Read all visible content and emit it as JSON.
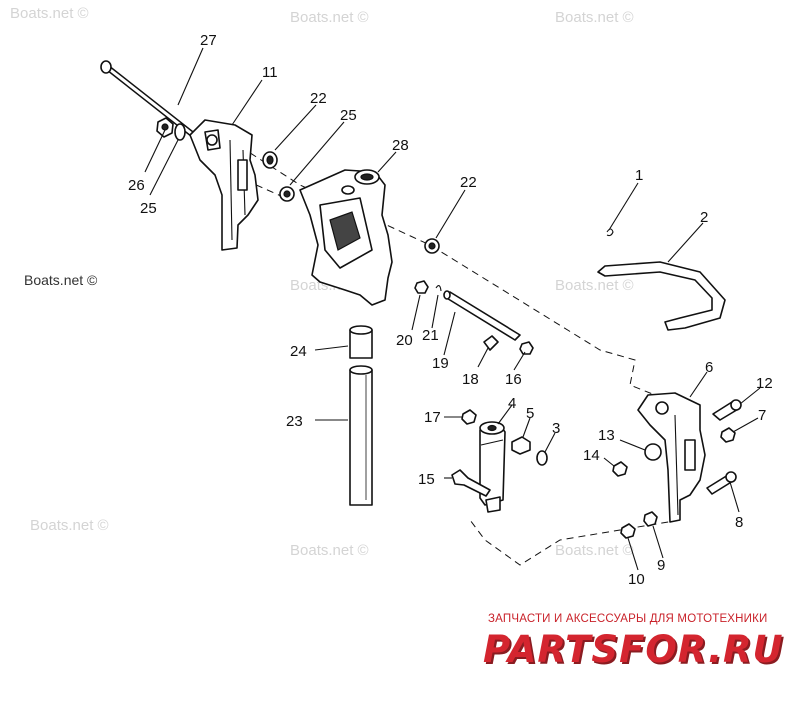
{
  "watermark": "Boats.net ©",
  "callouts": {
    "c1": "1",
    "c2": "2",
    "c3": "3",
    "c4": "4",
    "c5": "5",
    "c6": "6",
    "c7": "7",
    "c8": "8",
    "c9": "9",
    "c10": "10",
    "c11": "11",
    "c12": "12",
    "c13": "13",
    "c14": "14",
    "c15": "15",
    "c16": "16",
    "c17": "17",
    "c18": "18",
    "c19": "19",
    "c20": "20",
    "c21": "21",
    "c22a": "22",
    "c22b": "22",
    "c23": "23",
    "c24": "24",
    "c25a": "25",
    "c25b": "25",
    "c26": "26",
    "c27": "27",
    "c28": "28"
  },
  "brand": {
    "tagline": "ЗАПЧАСТИ И АКСЕССУАРЫ ДЛЯ МОТОТЕХНИКИ",
    "logo": "PARTSFOR.RU",
    "color": "#d4252f"
  }
}
